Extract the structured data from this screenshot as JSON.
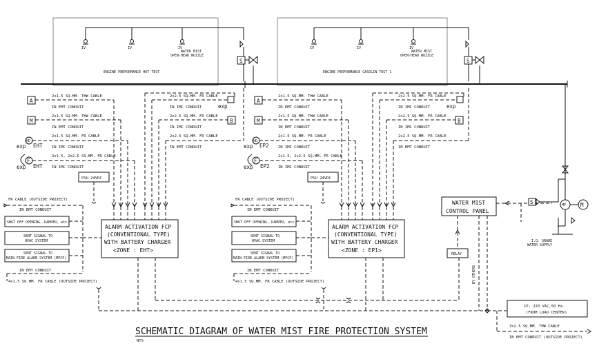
{
  "title": "SCHEMATIC DIAGRAM OF WATER MIST FIRE PROTECTION SYSTEM",
  "subtitle": "NTS",
  "rooms": {
    "left": "ENGINE PERFORMANCE HOT TEST",
    "right": "ENGINE PERFORMANCE GASOLIN TEST 1"
  },
  "nozzle": {
    "line1": "WATER MIST",
    "line2": "OPEN-HEAD NOZZLE"
  },
  "symbols": {
    "A": "A",
    "M": "M",
    "B": "B",
    "S": "S",
    "F": "F",
    "HD": "HD",
    "EHT": "EHT",
    "EP2": "EP2",
    "exp": "exp",
    "MP": "MP",
    "Mtr": "M"
  },
  "cables": {
    "thw15": "2x1.5 SQ.MM. THW CABLE",
    "emt": "IN EMT CONDUIT",
    "fr15": "2x1.5 SQ.MM. FR CABLE",
    "imc": "IN IMC CONDUIT",
    "fr15_25": "2x1.5, 2x2.5 SQ.MM. FR CABLE",
    "fr25": "2x2.5 SQ.MM. FR CABLE",
    "fr_outside": "FR CABLE  (OUTSIDE PROJECT)",
    "fr4": "4x1.5 SQ.MM. FR CABLE (OUTSIDE PROJECT)",
    "thw25": "3x2.5 SQ.MM. THW CABLE",
    "emt_outside": "IN EMT CONDUIT (OUTSIDE PROJECT)"
  },
  "psu": "PSU 24VDC",
  "outputs": {
    "shutoff": "SHUT OFF OPENING, DAMPER, etc.",
    "hvac1": "SENT SIGNAL TO",
    "hvac2": "HVAC SYSTEM",
    "mfcp1": "SENT SIGNAL TO",
    "mfcp2": "MAIN FIRE ALARM SYSTEM (MFCP)"
  },
  "fcp_left": [
    "ALARM ACTIVATION FCP",
    "(CONVENTIONAL TYPE)",
    "WITH BATTERY CHARGER",
    "<ZONE : EHT>"
  ],
  "fcp_right": [
    "ALARM ACTIVATION FCP",
    "(CONVENTIONAL TYPE)",
    "WITH BATTERY CHARGER",
    "<ZONE : EP1>"
  ],
  "control_panel": [
    "WATER MIST",
    "CONTROL PANEL"
  ],
  "relay": "RELAY",
  "by_others": "BY OTHERS",
  "supply": [
    "I.Q. GRADE",
    "WATER SUPPLY"
  ],
  "power": [
    "1P, 220 VAC,50 Hz.",
    "(FROM LOAD CENTER)"
  ]
}
